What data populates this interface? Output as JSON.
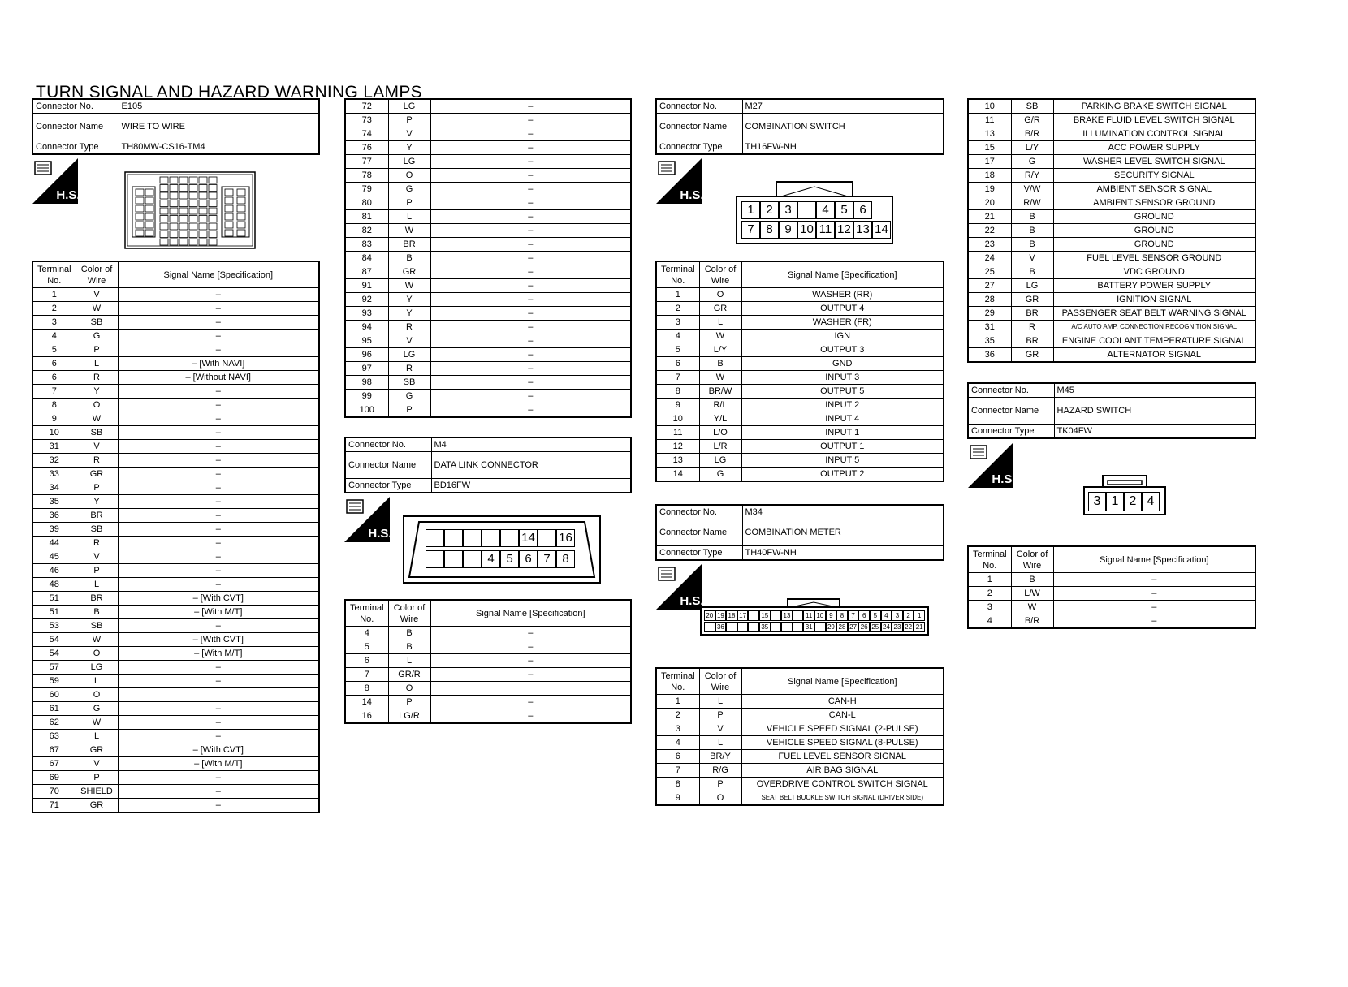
{
  "title": "TURN SIGNAL AND HAZARD WARNING LAMPS",
  "labels": {
    "connector_no": "Connector No.",
    "connector_name": "Connector Name",
    "connector_type": "Connector Type",
    "terminal_no": "Terminal No.",
    "color_of_wire": "Color of Wire",
    "signal_name": "Signal Name [Specification]",
    "hs_badge": "H.S."
  },
  "e105": {
    "no": "E105",
    "name": "WIRE TO WIRE",
    "type": "TH80MW-CS16-TM4",
    "rows_col1": [
      [
        "1",
        "V",
        "–"
      ],
      [
        "2",
        "W",
        "–"
      ],
      [
        "3",
        "SB",
        "–"
      ],
      [
        "4",
        "G",
        "–"
      ],
      [
        "5",
        "P",
        "–"
      ],
      [
        "6",
        "L",
        "– [With NAVI]"
      ],
      [
        "6",
        "R",
        "– [Without NAVI]"
      ],
      [
        "7",
        "Y",
        "–"
      ],
      [
        "8",
        "O",
        "–"
      ],
      [
        "9",
        "W",
        "–"
      ],
      [
        "10",
        "SB",
        "–"
      ],
      [
        "31",
        "V",
        "–"
      ],
      [
        "32",
        "R",
        "–"
      ],
      [
        "33",
        "GR",
        "–"
      ],
      [
        "34",
        "P",
        "–"
      ],
      [
        "35",
        "Y",
        "–"
      ],
      [
        "36",
        "BR",
        "–"
      ],
      [
        "39",
        "SB",
        "–"
      ],
      [
        "44",
        "R",
        "–"
      ],
      [
        "45",
        "V",
        "–"
      ],
      [
        "46",
        "P",
        "–"
      ],
      [
        "48",
        "L",
        "–"
      ],
      [
        "51",
        "BR",
        "– [With CVT]"
      ],
      [
        "51",
        "B",
        "– [With M/T]"
      ],
      [
        "53",
        "SB",
        "–"
      ],
      [
        "54",
        "W",
        "– [With CVT]"
      ],
      [
        "54",
        "O",
        "– [With M/T]"
      ],
      [
        "57",
        "LG",
        "–"
      ],
      [
        "59",
        "L",
        "–"
      ],
      [
        "60",
        "O",
        ""
      ],
      [
        "61",
        "G",
        "–"
      ],
      [
        "62",
        "W",
        "–"
      ],
      [
        "63",
        "L",
        "–"
      ],
      [
        "67",
        "GR",
        "– [With CVT]"
      ],
      [
        "67",
        "V",
        "– [With M/T]"
      ],
      [
        "69",
        "P",
        "–"
      ],
      [
        "70",
        "SHIELD",
        "–"
      ],
      [
        "71",
        "GR",
        "–"
      ]
    ],
    "rows_col2": [
      [
        "72",
        "LG",
        "–"
      ],
      [
        "73",
        "P",
        "–"
      ],
      [
        "74",
        "V",
        "–"
      ],
      [
        "76",
        "Y",
        "–"
      ],
      [
        "77",
        "LG",
        "–"
      ],
      [
        "78",
        "O",
        "–"
      ],
      [
        "79",
        "G",
        "–"
      ],
      [
        "80",
        "P",
        "–"
      ],
      [
        "81",
        "L",
        "–"
      ],
      [
        "82",
        "W",
        "–"
      ],
      [
        "83",
        "BR",
        "–"
      ],
      [
        "84",
        "B",
        "–"
      ],
      [
        "87",
        "GR",
        "–"
      ],
      [
        "91",
        "W",
        "–"
      ],
      [
        "92",
        "Y",
        "–"
      ],
      [
        "93",
        "Y",
        "–"
      ],
      [
        "94",
        "R",
        "–"
      ],
      [
        "95",
        "V",
        "–"
      ],
      [
        "96",
        "LG",
        "–"
      ],
      [
        "97",
        "R",
        "–"
      ],
      [
        "98",
        "SB",
        "–"
      ],
      [
        "99",
        "G",
        "–"
      ],
      [
        "100",
        "P",
        "–"
      ]
    ]
  },
  "m4": {
    "no": "M4",
    "name": "DATA LINK CONNECTOR",
    "type": "BD16FW",
    "pins_top": [
      "",
      "",
      "",
      "",
      "",
      "14",
      "",
      "16"
    ],
    "pins_bottom": [
      "",
      "",
      "",
      "4",
      "5",
      "6",
      "7",
      "8"
    ],
    "rows": [
      [
        "4",
        "B",
        "–"
      ],
      [
        "5",
        "B",
        "–"
      ],
      [
        "6",
        "L",
        "–"
      ],
      [
        "7",
        "GR/R",
        "–"
      ],
      [
        "8",
        "O",
        ""
      ],
      [
        "14",
        "P",
        "–"
      ],
      [
        "16",
        "LG/R",
        "–"
      ]
    ]
  },
  "m27": {
    "no": "M27",
    "name": "COMBINATION SWITCH",
    "type": "TH16FW-NH",
    "pins_top": [
      "1",
      "2",
      "3",
      "",
      "4",
      "5",
      "6"
    ],
    "pins_bottom": [
      "7",
      "8",
      "9",
      "10",
      "11",
      "12",
      "13",
      "14"
    ],
    "rows": [
      [
        "1",
        "O",
        "WASHER (RR)"
      ],
      [
        "2",
        "GR",
        "OUTPUT 4"
      ],
      [
        "3",
        "L",
        "WASHER (FR)"
      ],
      [
        "4",
        "W",
        "IGN"
      ],
      [
        "5",
        "L/Y",
        "OUTPUT 3"
      ],
      [
        "6",
        "B",
        "GND"
      ],
      [
        "7",
        "W",
        "INPUT 3"
      ],
      [
        "8",
        "BR/W",
        "OUTPUT 5"
      ],
      [
        "9",
        "R/L",
        "INPUT 2"
      ],
      [
        "10",
        "Y/L",
        "INPUT 4"
      ],
      [
        "11",
        "L/O",
        "INPUT 1"
      ],
      [
        "12",
        "L/R",
        "OUTPUT 1"
      ],
      [
        "13",
        "LG",
        "INPUT 5"
      ],
      [
        "14",
        "G",
        "OUTPUT 2"
      ]
    ]
  },
  "m34": {
    "no": "M34",
    "name": "COMBINATION METER",
    "type": "TH40FW-NH",
    "pins_top": [
      "20",
      "19",
      "18",
      "17",
      "",
      "15",
      "",
      "13",
      "",
      "11",
      "10",
      "9",
      "8",
      "7",
      "6",
      "5",
      "4",
      "3",
      "2",
      "1"
    ],
    "pins_bottom": [
      "",
      "36",
      "",
      "",
      "",
      "35",
      "",
      "",
      "",
      "31",
      "",
      "29",
      "28",
      "27",
      "26",
      "25",
      "24",
      "23",
      "22",
      "21"
    ],
    "rows_col1": [
      [
        "1",
        "L",
        "CAN-H"
      ],
      [
        "2",
        "P",
        "CAN-L"
      ],
      [
        "3",
        "V",
        "VEHICLE SPEED SIGNAL (2-PULSE)"
      ],
      [
        "4",
        "L",
        "VEHICLE SPEED SIGNAL (8-PULSE)"
      ],
      [
        "6",
        "BR/Y",
        "FUEL LEVEL SENSOR SIGNAL"
      ],
      [
        "7",
        "R/G",
        "AIR BAG SIGNAL"
      ],
      [
        "8",
        "P",
        "OVERDRIVE CONTROL SWITCH SIGNAL"
      ],
      [
        "9",
        "O",
        "SEAT BELT BUCKLE SWITCH SIGNAL (DRIVER SIDE)"
      ]
    ],
    "rows_col2": [
      [
        "10",
        "SB",
        "PARKING BRAKE SWITCH SIGNAL"
      ],
      [
        "11",
        "G/R",
        "BRAKE FLUID LEVEL SWITCH SIGNAL"
      ],
      [
        "13",
        "B/R",
        "ILLUMINATION CONTROL SIGNAL"
      ],
      [
        "15",
        "L/Y",
        "ACC POWER SUPPLY"
      ],
      [
        "17",
        "G",
        "WASHER LEVEL SWITCH SIGNAL"
      ],
      [
        "18",
        "R/Y",
        "SECURITY SIGNAL"
      ],
      [
        "19",
        "V/W",
        "AMBIENT SENSOR SIGNAL"
      ],
      [
        "20",
        "R/W",
        "AMBIENT SENSOR GROUND"
      ],
      [
        "21",
        "B",
        "GROUND"
      ],
      [
        "22",
        "B",
        "GROUND"
      ],
      [
        "23",
        "B",
        "GROUND"
      ],
      [
        "24",
        "V",
        "FUEL LEVEL SENSOR GROUND"
      ],
      [
        "25",
        "B",
        "VDC GROUND"
      ],
      [
        "27",
        "LG",
        "BATTERY POWER SUPPLY"
      ],
      [
        "28",
        "GR",
        "IGNITION SIGNAL"
      ],
      [
        "29",
        "BR",
        "PASSENGER SEAT BELT WARNING SIGNAL"
      ],
      [
        "31",
        "R",
        "A/C AUTO AMP. CONNECTION RECOGNITION SIGNAL"
      ],
      [
        "35",
        "BR",
        "ENGINE COOLANT TEMPERATURE SIGNAL"
      ],
      [
        "36",
        "GR",
        "ALTERNATOR SIGNAL"
      ]
    ]
  },
  "m45": {
    "no": "M45",
    "name": "HAZARD SWITCH",
    "type": "TK04FW",
    "pins": [
      "3",
      "1",
      "2",
      "4"
    ],
    "rows": [
      [
        "1",
        "B",
        "–"
      ],
      [
        "2",
        "L/W",
        "–"
      ],
      [
        "3",
        "W",
        "–"
      ],
      [
        "4",
        "B/R",
        "–"
      ]
    ]
  }
}
